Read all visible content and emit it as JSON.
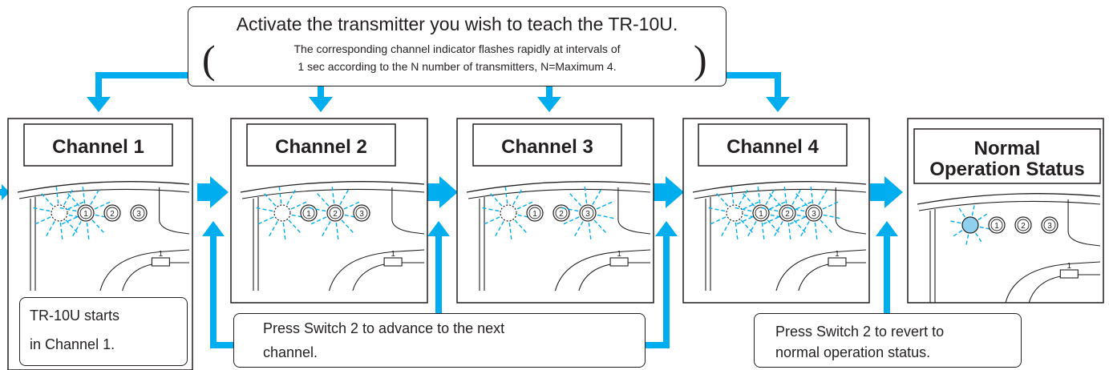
{
  "top_instruction": {
    "title": "Activate the transmitter you wish to teach the TR-10U.",
    "line1": "The corresponding channel indicator flashes rapidly at intervals of",
    "line2": "1 sec according to the N number of transmitters, N=Maximum 4.",
    "paren_open": "(",
    "paren_close": ")"
  },
  "panels": [
    {
      "title": "Channel 1",
      "flashing": [
        0,
        1
      ],
      "lit": [],
      "indicators": [
        "",
        "1",
        "2",
        "3"
      ],
      "switch_label": "1"
    },
    {
      "title": "Channel 2",
      "flashing": [
        0,
        2
      ],
      "lit": [],
      "indicators": [
        "",
        "1",
        "2",
        "3"
      ],
      "switch_label": "1"
    },
    {
      "title": "Channel 3",
      "flashing": [
        0,
        3
      ],
      "lit": [],
      "indicators": [
        "",
        "1",
        "2",
        "3"
      ],
      "switch_label": "1"
    },
    {
      "title": "Channel 4",
      "flashing": [
        0,
        1,
        2,
        3
      ],
      "lit": [],
      "indicators": [
        "",
        "1",
        "2",
        "3"
      ],
      "switch_label": "1"
    },
    {
      "title_line1": "Normal",
      "title_line2": "Operation Status",
      "flashing": [],
      "lit": [
        0
      ],
      "indicators": [
        "",
        "1",
        "2",
        "3"
      ],
      "switch_label": "1"
    }
  ],
  "notes": {
    "start": {
      "line1": "TR-10U starts",
      "line2": "in Channel 1."
    },
    "advance": {
      "line1": "Press Switch 2 to advance to the next",
      "line2": "channel."
    },
    "revert": {
      "line1": "Press Switch 2 to revert to",
      "line2": "normal operation status."
    }
  },
  "colors": {
    "arrow": "#00aeef",
    "outline": "#231f20",
    "lit_led": "#8fd0ee",
    "flash_rays": "#00aeef"
  }
}
